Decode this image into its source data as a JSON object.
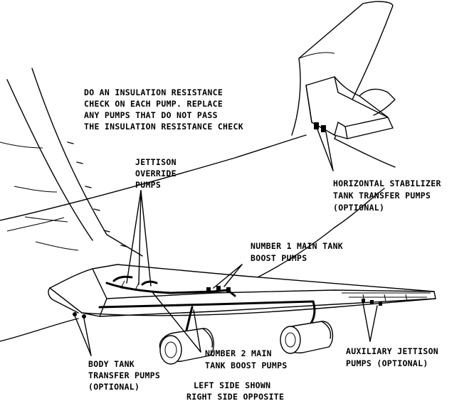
{
  "labels": {
    "note": [
      "DO AN INSULATION RESISTANCE",
      "CHECK ON EACH PUMP. REPLACE",
      "ANY PUMPS THAT DO NOT PASS",
      "THE INSULATION RESISTANCE CHECK"
    ],
    "jettison_override": [
      "JETTISON",
      "OVERRIDE",
      "PUMPS"
    ],
    "horizontal_stabilizer": [
      "HORIZONTAL STABILIZER",
      "TANK TRANSFER PUMPS",
      "(OPTIONAL)"
    ],
    "main_tank_1": [
      "NUMBER 1 MAIN TANK",
      "BOOST PUMPS"
    ],
    "main_tank_2": [
      "NUMBER 2 MAIN",
      "TANK BOOST PUMPS"
    ],
    "body_tank": [
      "BODY TANK",
      "TRANSFER PUMPS",
      "(OPTIONAL)"
    ],
    "auxiliary": [
      "AUXILIARY JETTISON",
      "PUMPS (OPTIONAL)"
    ],
    "side_note": [
      "LEFT SIDE SHOWN",
      "RIGHT SIDE OPPOSITE"
    ]
  }
}
